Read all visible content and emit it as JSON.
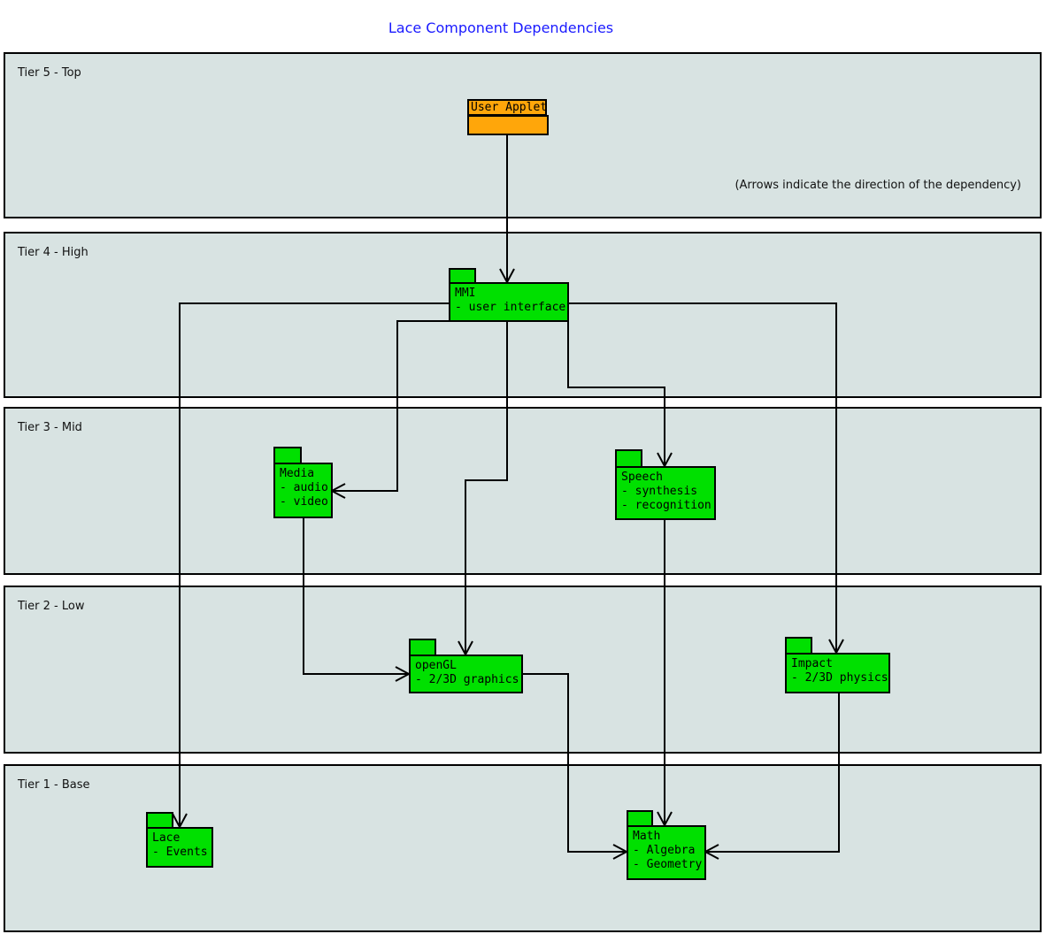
{
  "title": "Lace Component Dependencies",
  "annotation": "(Arrows indicate the direction of the dependency)",
  "colors": {
    "title_blue": "#1a1aff",
    "band_fill": "#d8e3e2",
    "node_green": "#00e000",
    "node_orange": "#ffa60a",
    "line_black": "#000000"
  },
  "tiers": [
    {
      "label": "Tier 5 - Top",
      "nodes": [
        "User Applet"
      ]
    },
    {
      "label": "Tier 4 - High",
      "nodes": [
        "MMI"
      ]
    },
    {
      "label": "Tier 3 - Mid",
      "nodes": [
        "Media",
        "Speech"
      ]
    },
    {
      "label": "Tier 2 - Low",
      "nodes": [
        "openGL",
        "Impact"
      ]
    },
    {
      "label": "Tier 1 - Base",
      "nodes": [
        "Lace",
        "Math"
      ]
    }
  ],
  "nodes": {
    "user_applet": {
      "label": "User Applet",
      "lines": []
    },
    "mmi": {
      "label": "MMI",
      "lines": [
        "- user interface"
      ]
    },
    "media": {
      "label": "Media",
      "lines": [
        "- audio",
        "- video"
      ]
    },
    "speech": {
      "label": "Speech",
      "lines": [
        "- synthesis",
        "- recognition"
      ]
    },
    "opengl": {
      "label": "openGL",
      "lines": [
        "- 2/3D graphics"
      ]
    },
    "impact": {
      "label": "Impact",
      "lines": [
        "- 2/3D physics"
      ]
    },
    "lace": {
      "label": "Lace",
      "lines": [
        "- Events"
      ]
    },
    "math": {
      "label": "Math",
      "lines": [
        "- Algebra",
        "- Geometry"
      ]
    }
  },
  "edges": [
    {
      "from": "User Applet",
      "to": "MMI"
    },
    {
      "from": "MMI",
      "to": "Lace"
    },
    {
      "from": "MMI",
      "to": "Media"
    },
    {
      "from": "MMI",
      "to": "openGL"
    },
    {
      "from": "MMI",
      "to": "Speech"
    },
    {
      "from": "MMI",
      "to": "Impact"
    },
    {
      "from": "Media",
      "to": "openGL"
    },
    {
      "from": "Speech",
      "to": "Math"
    },
    {
      "from": "openGL",
      "to": "Math"
    },
    {
      "from": "Impact",
      "to": "Math"
    }
  ]
}
